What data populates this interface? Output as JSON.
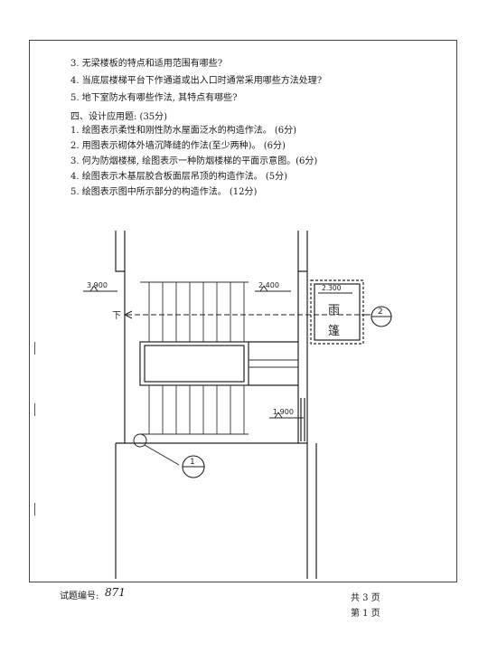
{
  "questions_prev": [
    "3. 无梁楼板的特点和适用范围有哪些?",
    "4. 当底层楼梯平台下作通道或出入口时通常采用哪些方法处理?",
    "5. 地下室防水有哪些作法, 其特点有哪些?"
  ],
  "section_title": "四、设计应用题: (35分)",
  "design_questions": [
    "1. 绘图表示柔性和刚性防水屋面泛水的构造作法。 (6分)",
    "2. 用图表示砌体外墙沉降缝的作法(至少两种)。 (6分)",
    "3. 何为防烟楼梯, 绘图表示一种防烟楼梯的平面示意图。(6分)",
    "4. 绘图表示木基层胶合板面层吊顶的构造作法。 (5分)",
    "5. 绘图表示图中所示部分的构造作法。 (12分)"
  ],
  "drawing": {
    "label_left_elev": "3.900",
    "label_landing_elev": "2.400",
    "label_canopy_elev": "2.300",
    "label_lower_elev": "1.900",
    "label_down": "下",
    "canopy_chars": [
      "雨",
      "篷"
    ],
    "detail_index_1": "1",
    "detail_index_2": "2"
  },
  "footer": {
    "code_label": "试题编号:",
    "code_value": "871",
    "total_pages": "共 3 页",
    "current_page": "第 1 页"
  }
}
